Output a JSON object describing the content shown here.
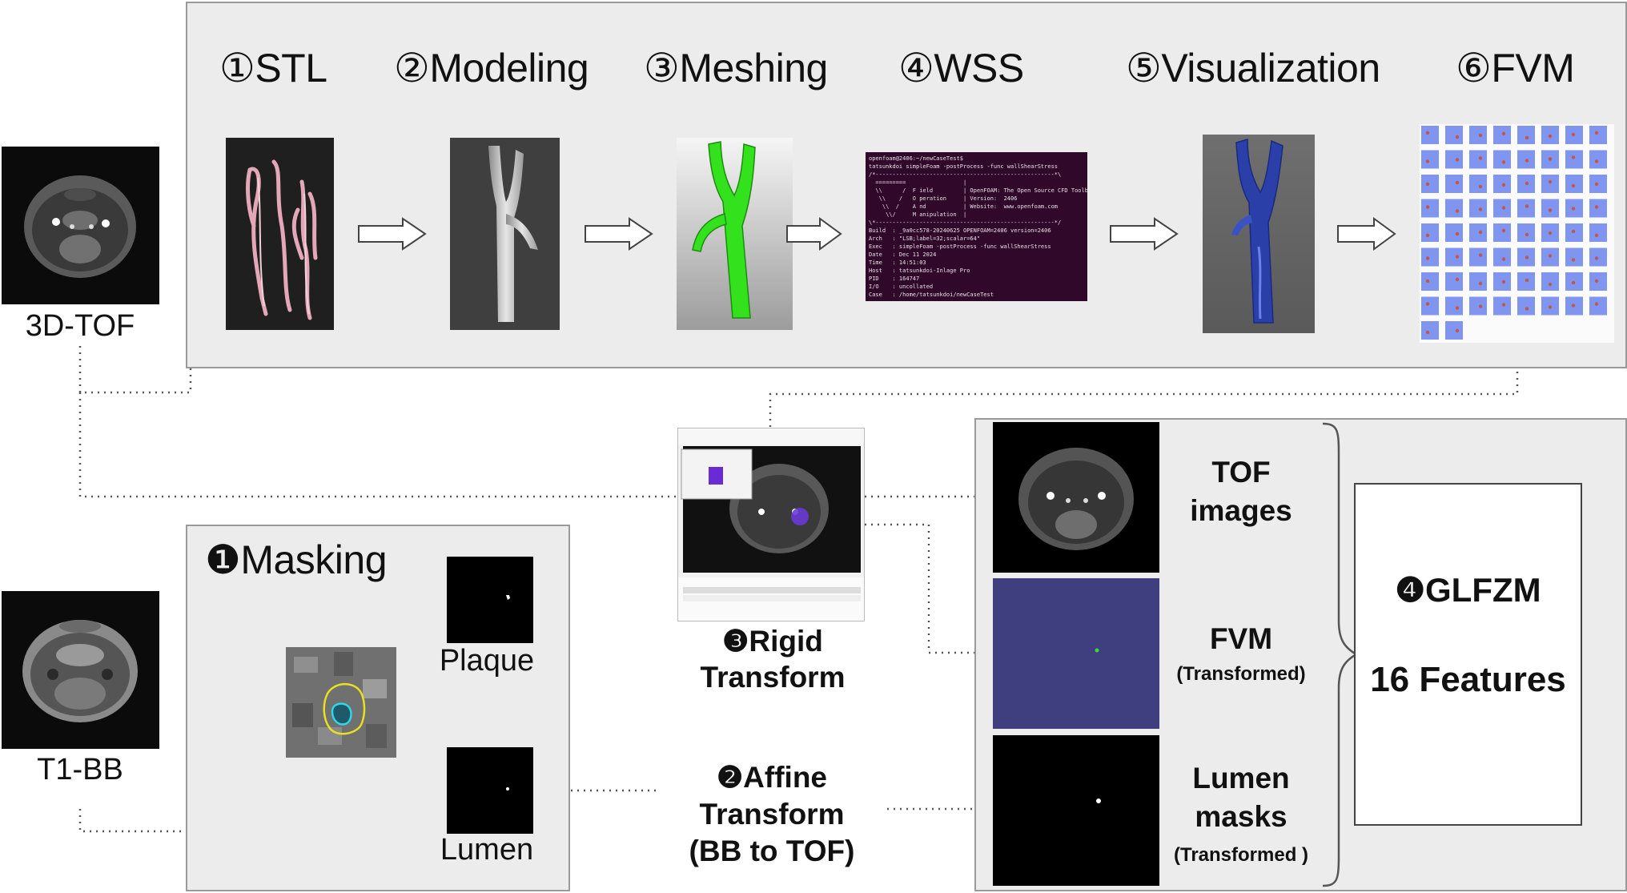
{
  "top_steps": [
    {
      "num": "①",
      "name": "STL"
    },
    {
      "num": "②",
      "name": "Modeling"
    },
    {
      "num": "③",
      "name": "Meshing"
    },
    {
      "num": "④",
      "name": "WSS"
    },
    {
      "num": "⑤",
      "name": "Visualization"
    },
    {
      "num": "⑥",
      "name": "FVM"
    }
  ],
  "inputs": {
    "tof_label": "3D-TOF",
    "bb_label": "T1-BB"
  },
  "masking": {
    "num": "❶",
    "title": "Masking",
    "plaque_label": "Plaque",
    "lumen_label": "Lumen"
  },
  "rigid": {
    "num": "❸",
    "line1": "Rigid",
    "line2": "Transform"
  },
  "affine": {
    "num": "❷",
    "line1": "Affine",
    "line2": "Transform",
    "line3": "(BB to TOF)"
  },
  "right_panel": {
    "tof_line1": "TOF",
    "tof_line2": "images",
    "fvm_line1": "FVM",
    "fvm_sub": "(Transformed)",
    "lumen_line1": "Lumen",
    "lumen_line2": "masks",
    "lumen_sub": "(Transformed )"
  },
  "glfzm": {
    "num": "❹",
    "title": "GLFZM",
    "features": "16 Features"
  },
  "terminal_lines": [
    "openfoam@2406:~/newCaseTest$",
    "tatsunkdoi simpleFoam -postProcess -func wallShearStress",
    "/*-----------------------------------------------------*\\",
    "  =========                 |",
    "  \\\\      /  F ield         | OpenFOAM: The Open Source CFD Toolbox",
    "   \\\\    /   O peration     | Version:  2406",
    "    \\\\  /    A nd           | Website:  www.openfoam.com",
    "     \\\\/     M anipulation  |",
    "\\*-----------------------------------------------------*/",
    "Build  : _9a0cc578-20240625 OPENFOAM=2406 version=2406",
    "Arch   : \"LSB;label=32;scalar=64\"",
    "Exec   : simpleFoam -postProcess -func wallShearStress",
    "Date   : Dec 11 2024",
    "Time   : 14:51:03",
    "Host   : tatsunkdoi-Inlage Pro",
    "PID    : 164747",
    "I/O    : uncollated",
    "Case   : /home/tatsunkdoi/newCaseTest"
  ],
  "colors": {
    "panel_bg": "#ececec",
    "terminal_bg": "#30092a",
    "mesh_green": "#33e21c",
    "vis_blue": "#2a3fa8",
    "fvm_tile": "#7f95ef",
    "fvm_overlay": "#3f3f80"
  }
}
